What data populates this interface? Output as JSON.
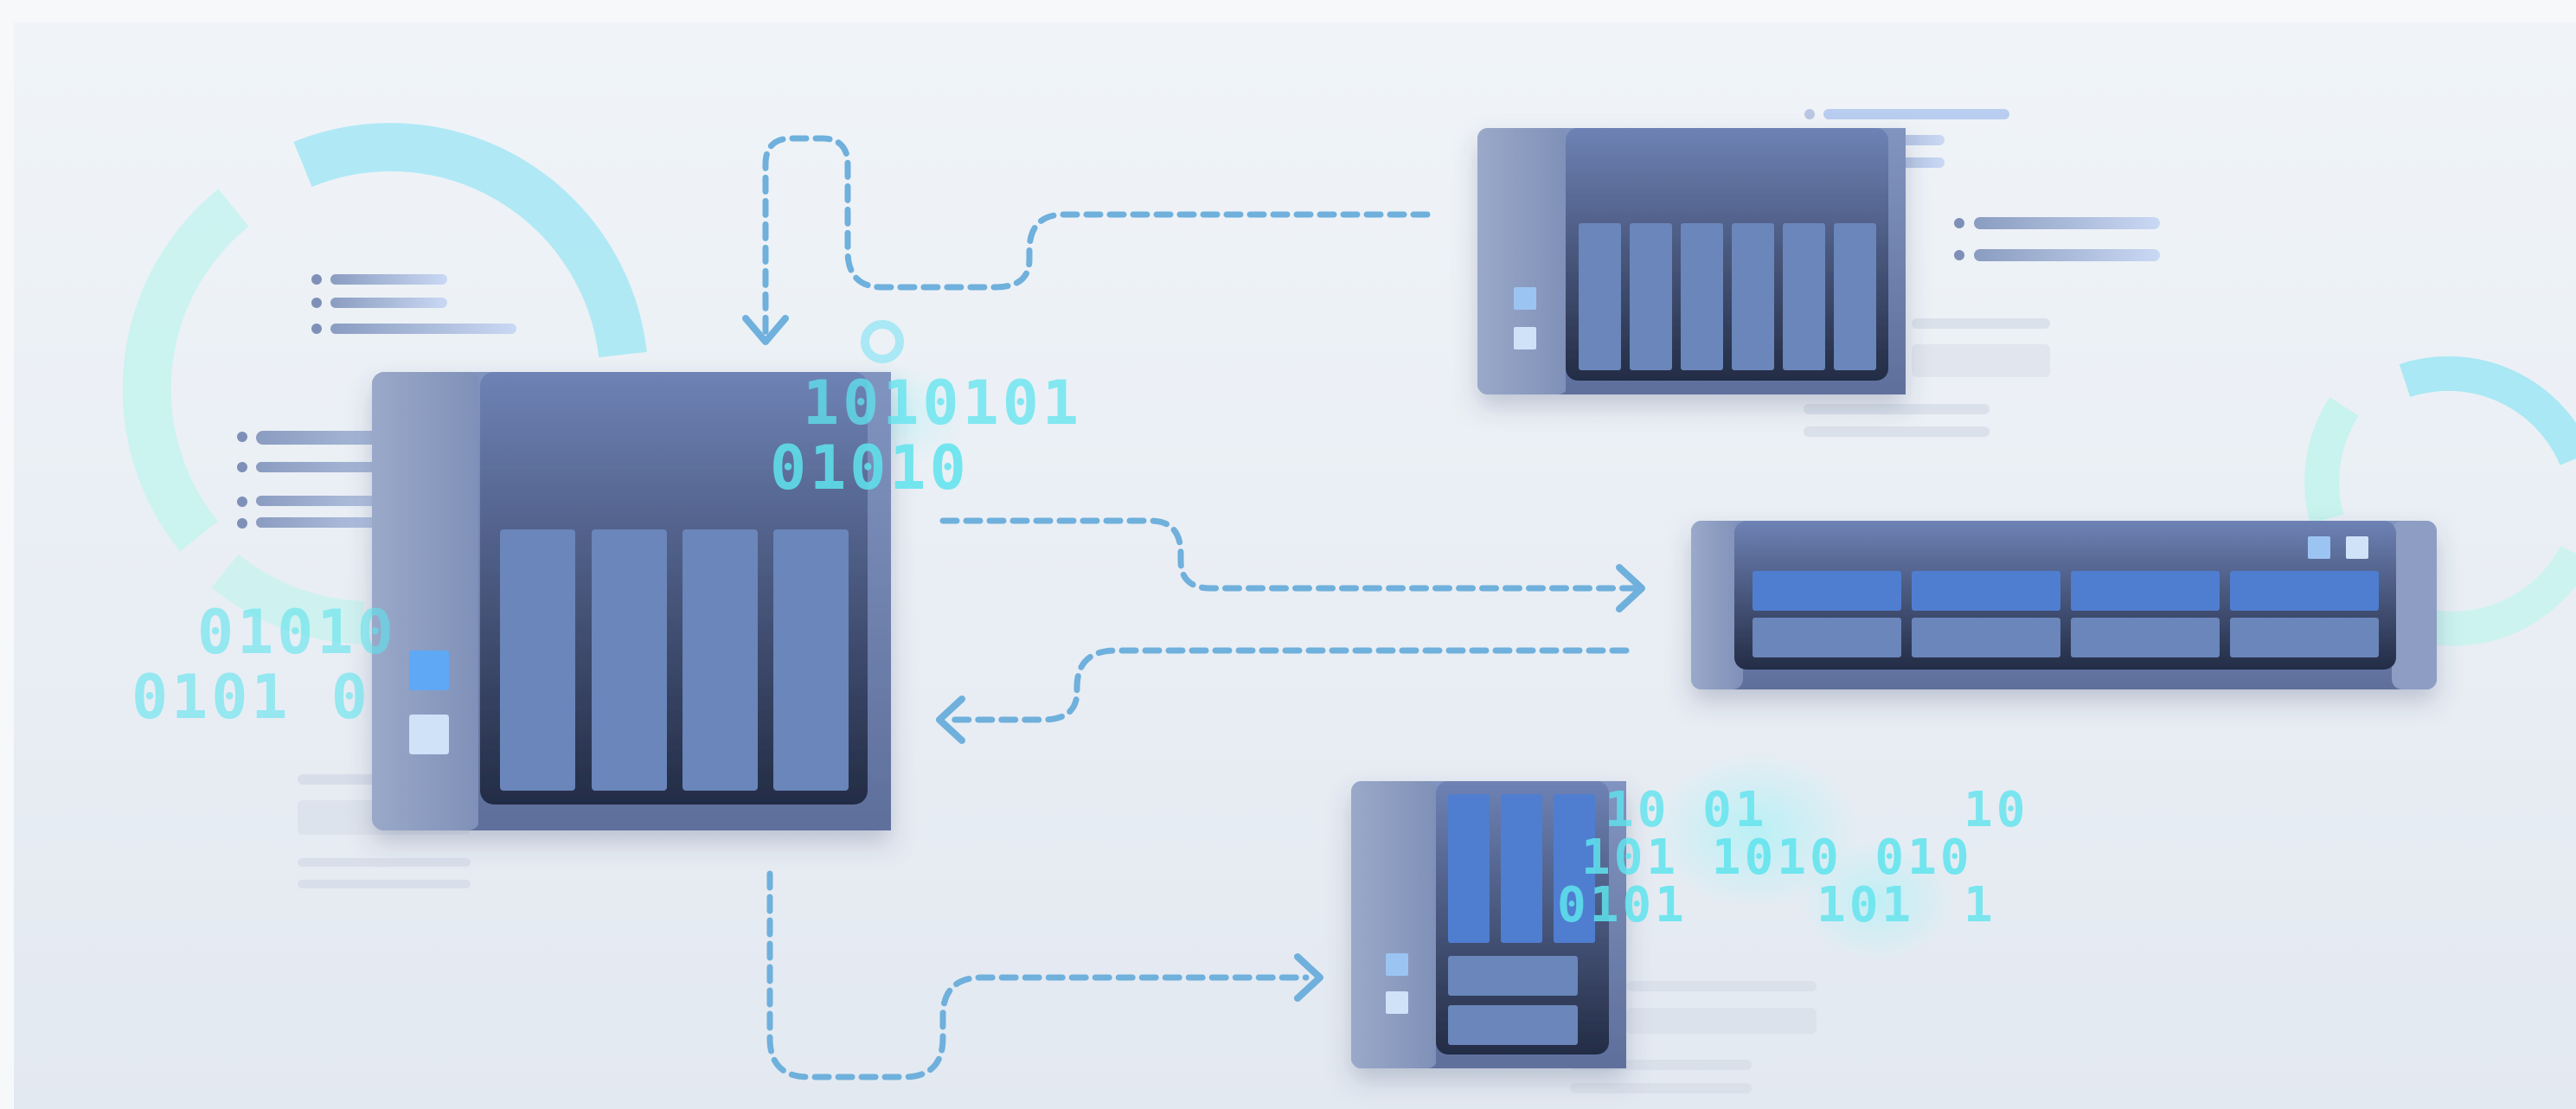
{
  "illustration": {
    "binary_fragments": [
      "1010101",
      "01010",
      "01010",
      "0101 0",
      "10 01",
      "10",
      "101  1010 010",
      "0101",
      "101",
      "1"
    ],
    "colors": {
      "background": "#eef2f7",
      "device_body": "#7487b4",
      "device_panel": "#2b3654",
      "drive_bay": "#6a86ba",
      "drive_bay_active": "#4f7ed0",
      "connector_line": "#6fb0dc",
      "glow_ring": "#a9e8f4",
      "binary_glow": "#5fe4ee"
    },
    "devices": [
      {
        "kind": "nas-4-bay",
        "role": "source"
      },
      {
        "kind": "nas-6-bay",
        "role": "remote"
      },
      {
        "kind": "rackmount-8-bay",
        "role": "remote"
      },
      {
        "kind": "nas-tower-mixed",
        "role": "remote"
      }
    ]
  }
}
